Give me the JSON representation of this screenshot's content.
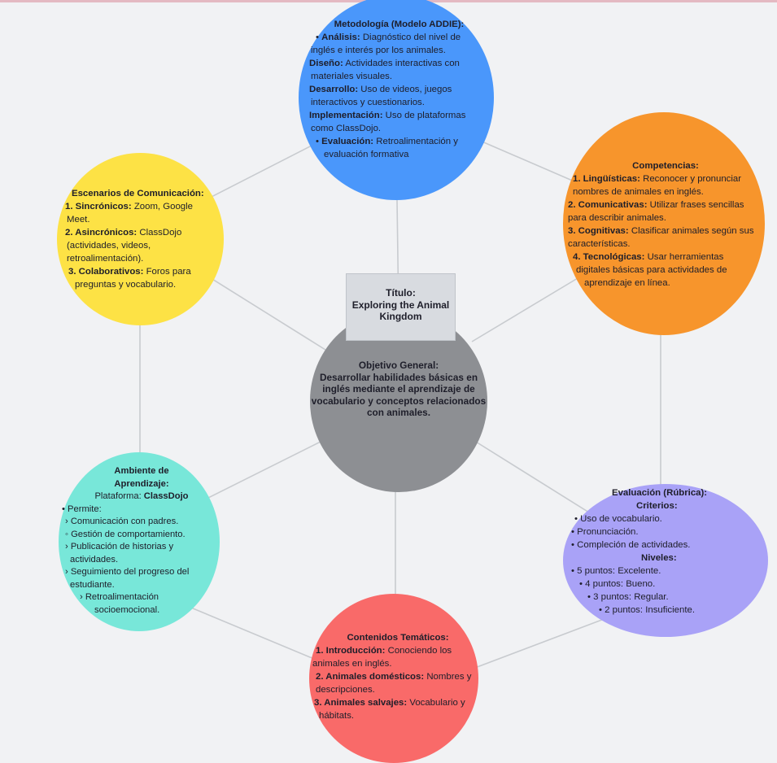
{
  "colors": {
    "methodology": "#4a97fb",
    "competencies": "#f7952c",
    "scenarios": "#fde245",
    "objective": "#8d8f93",
    "environment": "#78e7d9",
    "evaluation": "#a9a2f7",
    "contents": "#f96a69",
    "connector": "#c8cbcf"
  },
  "title": {
    "label": "Título:",
    "l1": "Exploring the Animal",
    "l2": "Kingdom"
  },
  "objective": {
    "heading": "Objetivo General:",
    "l1": "Desarrollar habilidades básicas en",
    "l2": "inglés mediante el aprendizaje de",
    "l3": "vocabulario y conceptos relacionados",
    "l4": "con animales."
  },
  "methodology": {
    "heading": "Metodología (Modelo ADDIE):",
    "items": [
      {
        "bullet": "•",
        "term": "Análisis:",
        "l1": " Diagnóstico del nivel de",
        "l2": "inglés e interés por los animales."
      },
      {
        "bullet": "•",
        "term": "Diseño:",
        "l1": " Actividades interactivas con",
        "l2": "materiales visuales."
      },
      {
        "bullet": "•",
        "term": "Desarrollo:",
        "l1": " Uso de videos, juegos",
        "l2": "interactivos y cuestionarios."
      },
      {
        "bullet": "•",
        "term": "Implementación:",
        "l1": " Uso de plataformas",
        "l2": "como ClassDojo."
      },
      {
        "bullet": "•",
        "term": "Evaluación:",
        "l1": " Retroalimentación y",
        "l2": "evaluación formativa"
      }
    ]
  },
  "competencies": {
    "heading": "Competencias:",
    "items": [
      {
        "term": "1. Lingüísticas:",
        "l1": " Reconocer y pronunciar",
        "l2": "nombres de animales en inglés."
      },
      {
        "term": "2. Comunicativas:",
        "l1": " Utilizar frases sencillas",
        "l2": "para describir animales."
      },
      {
        "term": "3. Cognitivas:",
        "l1": " Clasificar animales según sus",
        "l2": "características."
      },
      {
        "term": "4. Tecnológicas:",
        "l1": " Usar herramientas",
        "l2": "digitales básicas para actividades de",
        "l3": "aprendizaje en línea."
      }
    ]
  },
  "scenarios": {
    "heading": "Escenarios de Comunicación:",
    "items": [
      {
        "term": "1. Sincrónicos:",
        "l1": " Zoom, Google",
        "l2": "Meet."
      },
      {
        "term": "2. Asincrónicos:",
        "l1": " ClassDojo",
        "l2": "(actividades, videos,",
        "l3": "retroalimentación)."
      },
      {
        "term": "3. Colaborativos:",
        "l1": " Foros para",
        "l2": "preguntas y vocabulario."
      }
    ]
  },
  "environment": {
    "heading_l1": "Ambiente de",
    "heading_l2": "Aprendizaje:",
    "platform_label": "Plataforma: ",
    "platform_name": "ClassDojo",
    "allows": "Permite:",
    "bullets": {
      "dot": "•",
      "arrow": "›",
      "dash": "◦"
    },
    "items": [
      "Comunicación con padres.",
      "Gestión de comportamiento.",
      "Publicación de historias y",
      "actividades.",
      "Seguimiento del progreso del",
      "estudiante.",
      "Retroalimentación",
      "socioemocional."
    ]
  },
  "evaluation": {
    "heading": "Evaluación (Rúbrica):",
    "criteria_heading": "Criterios:",
    "criteria": [
      "Uso de vocabulario.",
      "Pronunciación.",
      "Compleción de actividades."
    ],
    "levels_heading": "Niveles:",
    "levels": [
      "5 puntos: Excelente.",
      "4 puntos: Bueno.",
      "3 puntos: Regular.",
      "2 puntos: Insuficiente."
    ],
    "bullet": "•"
  },
  "contents": {
    "heading": "Contenidos Temáticos:",
    "items": [
      {
        "term": "1. Introducción:",
        "l1": " Conociendo los",
        "l2": "animales en inglés."
      },
      {
        "term": "2. Animales domésticos:",
        "l1": " Nombres y",
        "l2": "descripciones."
      },
      {
        "term": "3. Animales salvajes:",
        "l1": " Vocabulario y",
        "l2": "hábitats."
      }
    ]
  }
}
